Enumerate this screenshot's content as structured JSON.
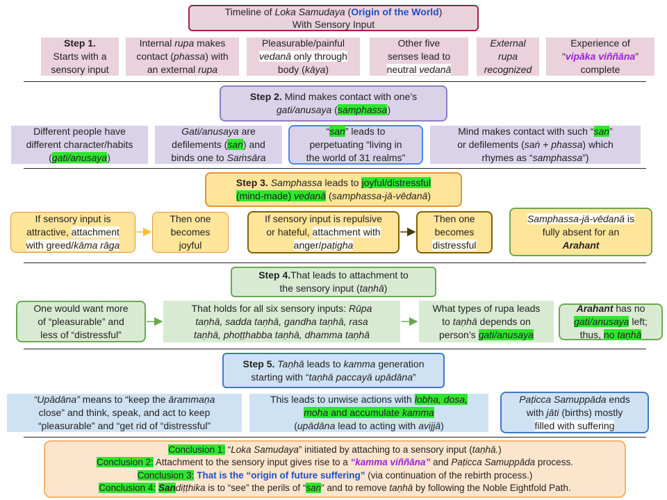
{
  "title": {
    "line1_pre": "Timeline of ",
    "line1_ital": "Loka Samudaya",
    "line1_open": " (",
    "line1_blue": "Origin of the World",
    "line1_close": ")",
    "line2": "With Sensory Input"
  },
  "row1": [
    {
      "a": "Step 1.",
      "b": "Starts with a",
      "c": "sensory input"
    },
    {
      "a": "Internal ",
      "ai": "rupa",
      "b": " makes",
      "c": "contact (",
      "ci": "phassa",
      "d": ") with",
      "e": "an external ",
      "ei": "rupa"
    },
    {
      "a": "Pleasurable/painful",
      "bi": "vedanā",
      "b": " only through",
      "c": "body (",
      "ci": "kāya",
      "d": ")"
    },
    {
      "a": "Other five",
      "b": "senses lead to",
      "c": "neutral ",
      "ci": "vedanā"
    },
    {
      "ai": "External",
      "bi": "rupa",
      "ci": "recognized"
    },
    {
      "a": "Experience of",
      "q1": "“",
      "p": "vipāka viññāna",
      "q2": "”",
      "c": "complete"
    }
  ],
  "step2": {
    "label": "Step 2.",
    "t1": " Mind makes contact with one’s",
    "i1": "gati/anusaya",
    "t2": " (",
    "h1": "samphassa",
    "t3": ")"
  },
  "row2": [
    {
      "a": "Different people have",
      "b": "different character/habits",
      "c": "(",
      "h": "gati/anusaya",
      "d": ")"
    },
    {
      "ai": "Gati/anusaya",
      "a": " are",
      "b": "defilements (",
      "h": "san",
      "b2": ") and",
      "c": "binds one to ",
      "ci": "Saṁsāra"
    },
    {
      "q1": "“",
      "h": "san",
      "q2": "” leads to",
      "b": "perpetuating “living in",
      "c": "the world of 31 realms”"
    },
    {
      "a": "Mind makes contact with such “",
      "h": "san",
      "a2": "”",
      "b": "or defilements (",
      "bi": "saṅ + phassa",
      "b2": ") which",
      "c": "rhymes as “",
      "ci": "samphassa",
      "c2": "”)"
    }
  ],
  "step3": {
    "label": "Step 3.",
    "i1": " Samphassa",
    "t1": " leads to ",
    "h1": "joyful/distressful",
    "h2": "(mind-made) ",
    "h2i": "vedanā",
    "t2": " (",
    "i2": "samphassa-jā-vēdanā",
    "t3": ")"
  },
  "row3": [
    {
      "a": "If sensory input is",
      "b": "attractive, ",
      "bw": "attachment",
      "c": "with greed/",
      "ci": "kāma rāga"
    },
    {
      "a": "Then one",
      "b": "becomes",
      "c": "joyful"
    },
    {
      "a": "If sensory input is repulsive",
      "b": "or hateful, ",
      "bw": "attachment with",
      "c": "anger/",
      "ci": "paṭigha"
    },
    {
      "a": "Then one",
      "b": "becomes",
      "c": "distressful"
    },
    {
      "ai": "Samphassa-jā-vēdanā",
      "a": " is",
      "b": "fully absent for an",
      "ci": "Arahant"
    }
  ],
  "step4": {
    "label": "Step 4.",
    "t1": "That leads to attachment to",
    "t2": "the sensory input (",
    "i1": "taṇhā",
    "t3": ")"
  },
  "row4": [
    {
      "a": "One would want more",
      "b": "of “pleasurable” and",
      "c": "less of “distressful”"
    },
    {
      "a": "That holds for all six sensory inputs: ",
      "ai": "Rūpa",
      "bi": "taṇhā, sadda taṇhā, gandha taṇhā, rasa",
      "ci": "taṇhā, phoṭṭhabba taṇhā, dhamma taṇhā"
    },
    {
      "a": "What types of rupa leads",
      "b": "to ",
      "bi": "taṇhā",
      "b2": " depends on",
      "c": "person’s ",
      "h": "gati/anusaya"
    },
    {
      "ai": "Arahant",
      "a": " has no",
      "h": "gati/anusaya",
      "b": " left;",
      "c": "thus, ",
      "h2": "no ",
      "h2i": "taṇhā"
    }
  ],
  "step5": {
    "label": "Step 5.",
    "i1": " Taṇhā",
    "t1": " leads to ",
    "i2": "kamma",
    "t2": " generation",
    "t3": "starting with “",
    "i3": "taṇhā paccayā upādāna",
    "t4": "”"
  },
  "row5": [
    {
      "ai": "“Upādāna”",
      "a": " means to “keep the ",
      "a2i": "ārammaṇa",
      "b": "close” and think, speak, and act to keep",
      "c": "“pleasurable” and “get rid of “distressful”"
    },
    {
      "a": "This leads to unwise actions with ",
      "hi": "lobha, dosa,",
      "h2i": "moha",
      "h2": " and accumulate ",
      "h3i": "kamma",
      "c": "(",
      "ci": "upādāna",
      "c2": " lead to acting with ",
      "c2i": "avijjā",
      "c3": ")"
    },
    {
      "ai": "Paṭicca Samuppāda",
      "a": " ends",
      "b": "with ",
      "bi": "jāti",
      "b2": " (births) mostly",
      "c": "filled with suffering"
    }
  ],
  "conclusions": [
    {
      "h": "Conclusion 1:",
      "t1": " “",
      "i1": "Loka Samudaya",
      "t2": "” initiated by attaching to a sensory input (",
      "i2": "taṇhā.",
      "t3": ")"
    },
    {
      "h": "Conclusion 2:",
      "t1": " Attachment to the sensory input gives rise to a ",
      "p": "“kamma viññāna”",
      "t2": " and ",
      "i2": "Paṭicca Samuppāda",
      "t3": " process."
    },
    {
      "h": "Conclusion 3:",
      "t1": " ",
      "b": "That is the “origin of future suffering”",
      "t2": " (via continuation of the rebirth process.)"
    },
    {
      "h": "Conclusion 4:",
      "t1": " ",
      "hb": "San",
      "hbi": "diṭṭhika",
      "t2": " is to “see” the perils of “",
      "h2": "san",
      "t3": "” and to remove ",
      "i3": "taṇhā",
      "t4": " by following the Noble Eightfold Path."
    }
  ],
  "colors": {
    "pink": "#ead1dc",
    "lavender": "#d9d2e9",
    "yellow": "#ffe599",
    "green": "#d9ead3",
    "blue": "#cfe2f3",
    "orange": "#fce5cd",
    "highlight": "#2ee62e"
  }
}
